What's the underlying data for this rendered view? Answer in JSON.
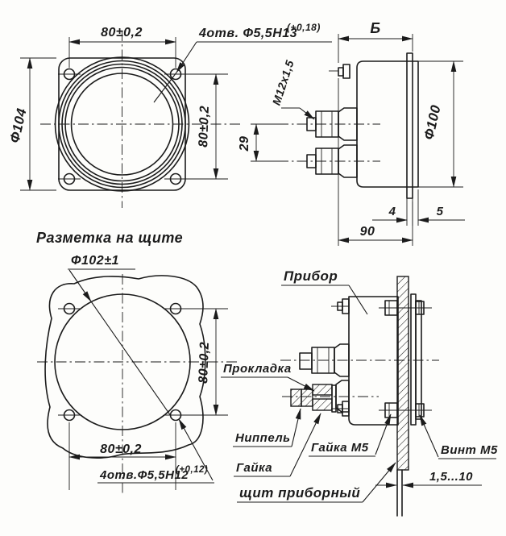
{
  "drawing": {
    "ink_color": "#1b1b1b",
    "paper_color": "#fdfdfb"
  },
  "front_view": {
    "dim_top": "80±0,2",
    "dim_right": "80±0,2",
    "dim_diameter": "Ф104",
    "holes_label": "4отв. Ф5,5Н13",
    "holes_tol": "(+0,18)"
  },
  "side_view": {
    "dim_depth": "Б",
    "thread": "М12х1,5",
    "dim_spacing": "29",
    "dim_diameter": "Ф100",
    "dim_flange": "4",
    "dim_back": "5",
    "dim_depth_total": "90"
  },
  "panel_view": {
    "title": "Разметка на щите",
    "dim_cutout": "Ф102±1",
    "dim_right": "80±0,2",
    "dim_bottom": "80±0,2",
    "holes_label": "4отв.Ф5,5Н12",
    "holes_tol": "(+0,12)"
  },
  "assembly": {
    "device": "Прибор",
    "gasket": "Прокладка",
    "nipple": "Ниппель",
    "nut": "Гайка",
    "nut_m5": "Гайка М5",
    "screw_m5": "Винт М5",
    "panel": "щит приборный",
    "thickness": "1,5...10"
  }
}
